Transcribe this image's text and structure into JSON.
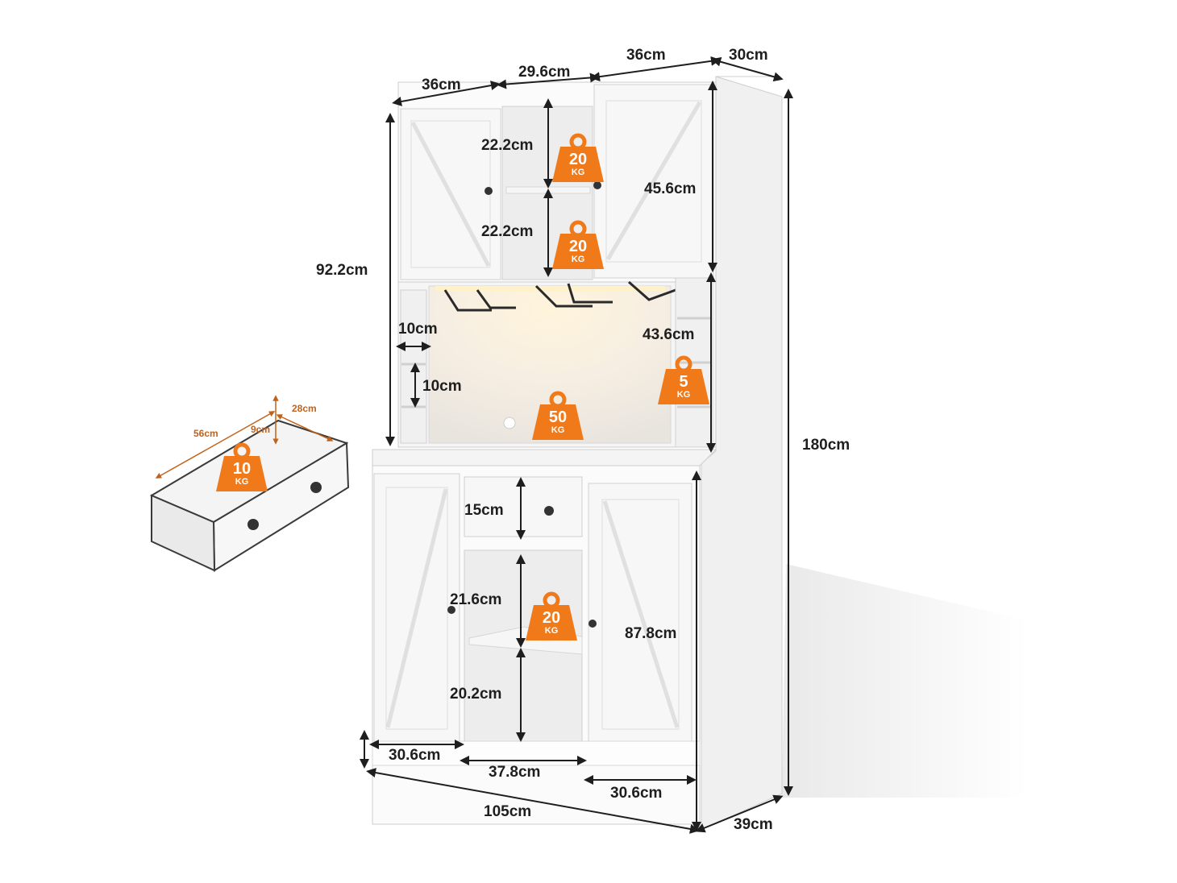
{
  "dimensions": {
    "upper_left_door_width": "36cm",
    "upper_middle_width": "29.6cm",
    "upper_right_door_width": "36cm",
    "upper_depth": "30cm",
    "upper_shelf_top_height": "22.2cm",
    "upper_shelf_bottom_height": "22.2cm",
    "upper_cabinet_height": "45.6cm",
    "hutch_height": "92.2cm",
    "wine_slot_width": "10cm",
    "wine_slot_height": "10cm",
    "right_cubby_height": "43.6cm",
    "total_height": "180cm",
    "drawer_height": "15cm",
    "lower_shelf_top_height": "21.6cm",
    "lower_shelf_bottom_height": "20.2cm",
    "lower_cabinet_height": "87.8cm",
    "lower_left_width": "30.6cm",
    "lower_middle_width": "37.8cm",
    "lower_right_width": "30.6cm",
    "total_width": "105cm",
    "total_depth": "39cm"
  },
  "drawer_detail": {
    "length": "56cm",
    "height": "9cm",
    "width": "28cm"
  },
  "weights": {
    "upper_shelf_1": {
      "value": "20",
      "unit": "KG"
    },
    "upper_shelf_2": {
      "value": "20",
      "unit": "KG"
    },
    "side_cubby": {
      "value": "5",
      "unit": "KG"
    },
    "counter": {
      "value": "50",
      "unit": "KG"
    },
    "drawer": {
      "value": "10",
      "unit": "KG"
    },
    "lower_shelf": {
      "value": "20",
      "unit": "KG"
    }
  },
  "colors": {
    "badge_orange": "#f07a1a",
    "cabinet_white": "#fafafa",
    "outline_gray": "#c9c9c9",
    "drawer_dim_orange": "#c2621a",
    "text_dark": "#1e1e1e"
  }
}
